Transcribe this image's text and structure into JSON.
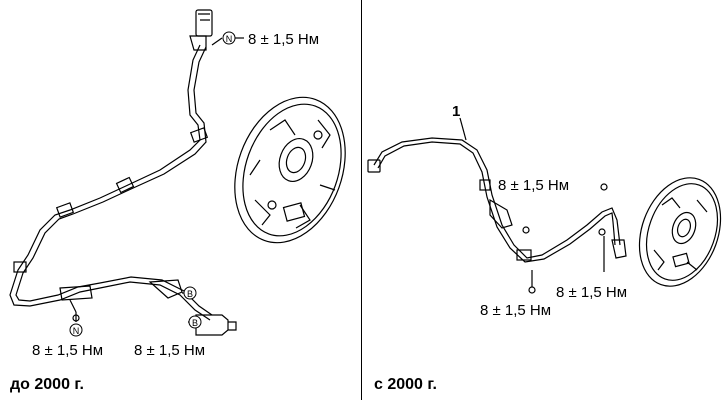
{
  "left": {
    "caption": "до 2000 г.",
    "torque_top": "8 ± 1,5 Нм",
    "torque_bottom_left": "8 ± 1,5 Нм",
    "torque_bottom_right": "8 ± 1,5 Нм",
    "marker_n": "N",
    "marker_b": "B"
  },
  "right": {
    "caption": "с 2000 г.",
    "callout_number": "1",
    "torque_upper": "8 ± 1,5 Нм",
    "torque_lower_left": "8 ± 1,5 Нм",
    "torque_lower_right": "8 ± 1,5 Нм"
  }
}
